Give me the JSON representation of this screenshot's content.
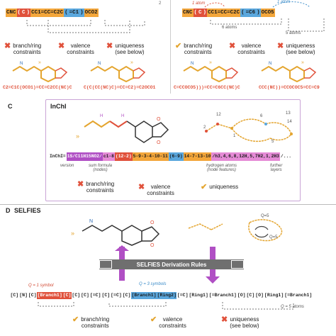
{
  "panel_top_left": {
    "smiles": [
      "CNC",
      "(",
      "C",
      ")",
      "CC1=CC=C2C",
      "(",
      "=C1",
      ")",
      "OCO2"
    ],
    "constraints": {
      "c1": {
        "label": "branch/ring\nconstraints",
        "mark": "✖"
      },
      "c2": {
        "label": "valence\nconstraints",
        "mark": "✖"
      },
      "c3": {
        "label": "uniqueness\n(see below)",
        "mark": "✖"
      }
    },
    "example_smiles_1": "C2=C1C(OCO1)=CC=C2CC(NC)C",
    "example_smiles_2": "C(C(CC(NC)C)=CC=C2)=C2OCO1",
    "panel_index": "2"
  },
  "panel_top_right": {
    "smiles": [
      "CNC",
      "(",
      "C",
      ")",
      "CC1=CC=C2C",
      "(",
      "=C6",
      ")",
      "OCO5"
    ],
    "annotations": {
      "atom1": "1 atom",
      "atom1b": "1 atom",
      "atoms6": "6 atoms",
      "atoms5": "5 atoms"
    },
    "constraints": {
      "c1": {
        "label": "branch/ring\nconstraints",
        "mark": "✔"
      },
      "c2": {
        "label": "valence\nconstraints",
        "mark": "✖"
      },
      "c3": {
        "label": "uniqueness\n(see below)",
        "mark": "✖"
      }
    },
    "example_smiles_1": "C=CCOCO5)))=CC=C6CC(NC)C",
    "example_smiles_2": "CCC(NC))=CCOCOC5=CC=C9"
  },
  "panel_c": {
    "label": "C",
    "title": "InChI",
    "inchi_prefix": "InChI=",
    "inchi_segments": [
      {
        "text": "1S/C11H15NO2/",
        "color": "purple"
      },
      {
        "text": "c1-8",
        "color": "pink"
      },
      {
        "text": "(12-2)",
        "color": "red"
      },
      {
        "text": "5-9-3-4-10-11",
        "color": "orange"
      },
      {
        "text": "(6-9)",
        "color": "blue"
      },
      {
        "text": "14-7-13-10",
        "color": "orange"
      },
      {
        "text": "/h3,4,6,8,12H,5,7H2,1,2H3",
        "color": "pink"
      },
      {
        "text": "/...",
        "color": "plain"
      }
    ],
    "notes": {
      "version": "version",
      "sum_formula": "sum formula\n(nodes)",
      "hydrogen_atoms": "hydrogen atoms\n(node features)",
      "further_layers": "further\nlayers"
    },
    "atom_numbers": [
      "12",
      "2",
      "1",
      "6",
      "5",
      "13",
      "14"
    ],
    "constraints": {
      "c1": {
        "label": "branch/ring\nconstraints",
        "mark": "✖"
      },
      "c2": {
        "label": "valence\nconstraints",
        "mark": "✖"
      },
      "c3": {
        "label": "uniqueness",
        "mark": "✔"
      }
    }
  },
  "panel_d": {
    "label": "D",
    "title": "SELFIES",
    "rules_label": "SELFIES Derivation Rules",
    "q_labels": {
      "q1": "Q = 1 symbol",
      "q3": "Q = 3 symbols",
      "q5": "Q = 5 atoms",
      "q5b": "Q=5",
      "q5c": "Q=5"
    },
    "selfies_tokens": [
      "[C]",
      "[N]",
      "[C]",
      "[Branch1]",
      "[C]",
      "[C]",
      "[C]",
      "[=C]",
      "[C]",
      "[=C]",
      "[C]",
      "[Branch1]",
      "[Ring2]",
      "[=C]",
      "[Ring1]",
      "[=Branch1]",
      "[O]",
      "[C]",
      "[O]",
      "[Ring1]",
      "[=Branch1]"
    ],
    "constraints": {
      "c1": {
        "label": "branch/ring\nconstraints",
        "mark": "✔"
      },
      "c2": {
        "label": "valence\nconstraints",
        "mark": "✔"
      },
      "c3": {
        "label": "uniqueness\n(see below)",
        "mark": "✖"
      }
    }
  }
}
